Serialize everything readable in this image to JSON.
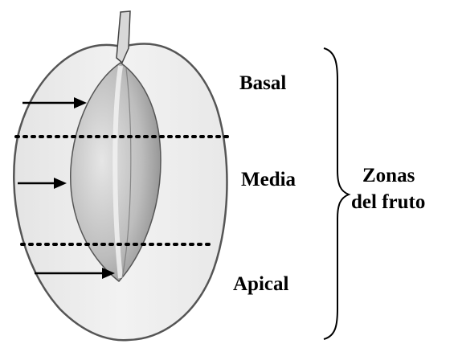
{
  "zones": {
    "basal": "Basal",
    "media": "Media",
    "apical": "Apical"
  },
  "group_label": {
    "line1": "Zonas",
    "line2": "del fruto"
  },
  "colors": {
    "fruit_outline": "#555555",
    "fruit_fill": "#eeeeee",
    "seed_fill": "#c9c9c9",
    "seed_shade": "#8c8c8c",
    "ink": "#000000"
  }
}
